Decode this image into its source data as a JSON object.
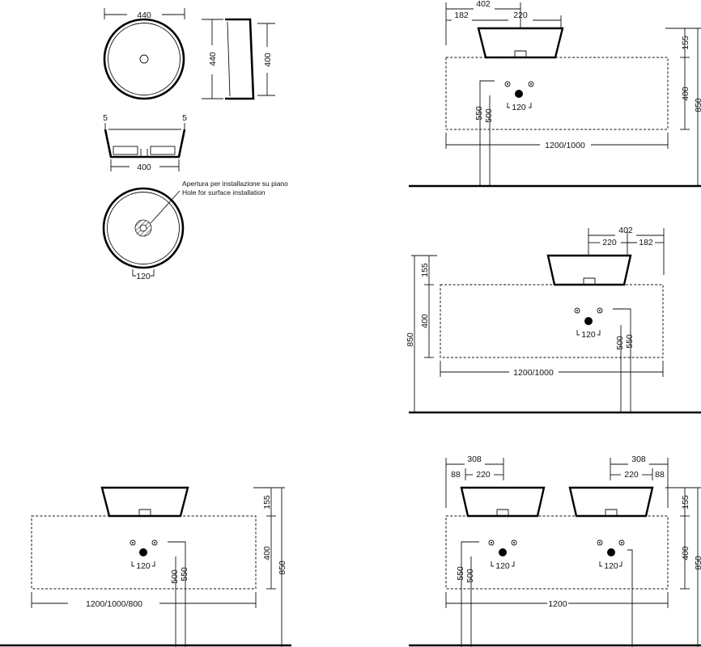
{
  "top_view": {
    "width": "440",
    "depth": "440"
  },
  "side_view": {
    "height": "400"
  },
  "section_view": {
    "rim_left": "5",
    "rim_right": "5",
    "base": "400"
  },
  "hole_view": {
    "note_it": "Apertura per installazione su piano",
    "note_en": "Hole for surface installation",
    "hole": "120"
  },
  "config_left_basin": {
    "basin_width": "402",
    "offset": "182",
    "center": "220",
    "basin_height": "155",
    "cabinet_height": "400",
    "total_height": "850",
    "cabinet_width": "1200/1000",
    "drain_a": "550",
    "drain_b": "500",
    "tap_spacing": "120"
  },
  "config_right_basin": {
    "basin_width": "402",
    "center": "220",
    "offset": "182",
    "basin_height": "155",
    "cabinet_height": "400",
    "total_height": "850",
    "cabinet_width": "1200/1000",
    "drain_a": "500",
    "drain_b": "550",
    "tap_spacing": "120"
  },
  "config_center_basin": {
    "basin_height": "155",
    "cabinet_height": "400",
    "total_height": "850",
    "cabinet_width": "1200/1000/800",
    "drain_a": "500",
    "drain_b": "550",
    "tap_spacing": "120"
  },
  "config_double_basin": {
    "left_width": "308",
    "left_offset": "88",
    "left_center": "220",
    "right_width": "308",
    "right_center": "220",
    "right_offset": "88",
    "basin_height": "155",
    "cabinet_height": "400",
    "total_height": "850",
    "cabinet_width": "1200",
    "drain_a": "550",
    "drain_b": "500",
    "tap_spacing_left": "120",
    "tap_spacing_right": "120"
  },
  "colors": {
    "ink": "#111111",
    "background": "#ffffff"
  }
}
